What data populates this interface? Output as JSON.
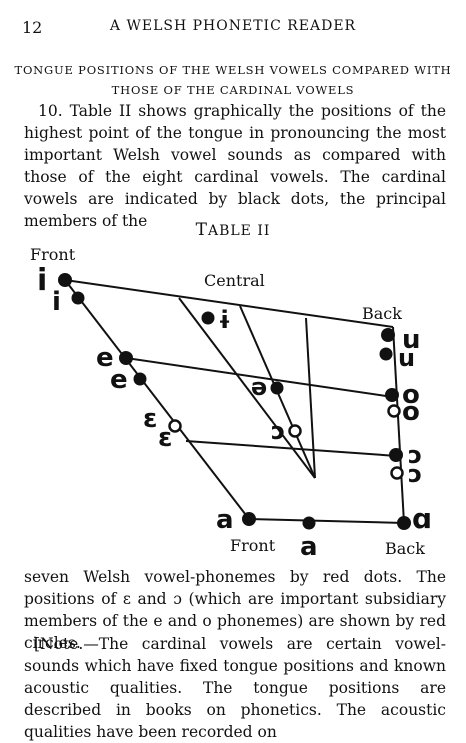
{
  "header": {
    "page_number": "12",
    "running_title": "A WELSH PHONETIC READER"
  },
  "section_title": "TONGUE POSITIONS OF THE WELSH VOWELS COMPARED WITH THOSE OF THE CARDINAL VOWELS",
  "paragraph1": "10. Table II shows graphically the positions of the highest point of the tongue in pronouncing the most important Welsh vowel sounds as compared with those of the eight cardinal vowels. The cardinal vowels are indicated by black dots, the principal members of the",
  "table_caption": {
    "first": "T",
    "rest": "ABLE II"
  },
  "chart_data": {
    "type": "diagram",
    "labels": {
      "front_top": "Front",
      "central": "Central",
      "back_top": "Back",
      "front_bottom": "Front",
      "back_bottom": "Back"
    },
    "cardinal_vowels": [
      "i",
      "e",
      "ɛ",
      "a",
      "ɑ",
      "ɔ",
      "o",
      "u"
    ],
    "welsh_vowels": [
      "i",
      "e",
      "ɛ",
      "a",
      "ɨ",
      "ə",
      "ɔ",
      "o",
      "u"
    ],
    "subsidiary_vowels": [
      "ɛ",
      "ɔ"
    ],
    "bottom_center_symbol": "a",
    "colors": {
      "ink": "#111111"
    }
  },
  "paragraph2": "seven Welsh vowel-phonemes by red dots. The positions of ɛ and ɔ (which are important subsidiary members of the e and o phonemes) are shown by red circles.",
  "paragraph3": "[Note.—The cardinal vowels are certain vowel-sounds which have fixed tongue positions and known acoustic qualities. The tongue positions are described in books on phonetics. The acoustic qualities have been recorded on"
}
